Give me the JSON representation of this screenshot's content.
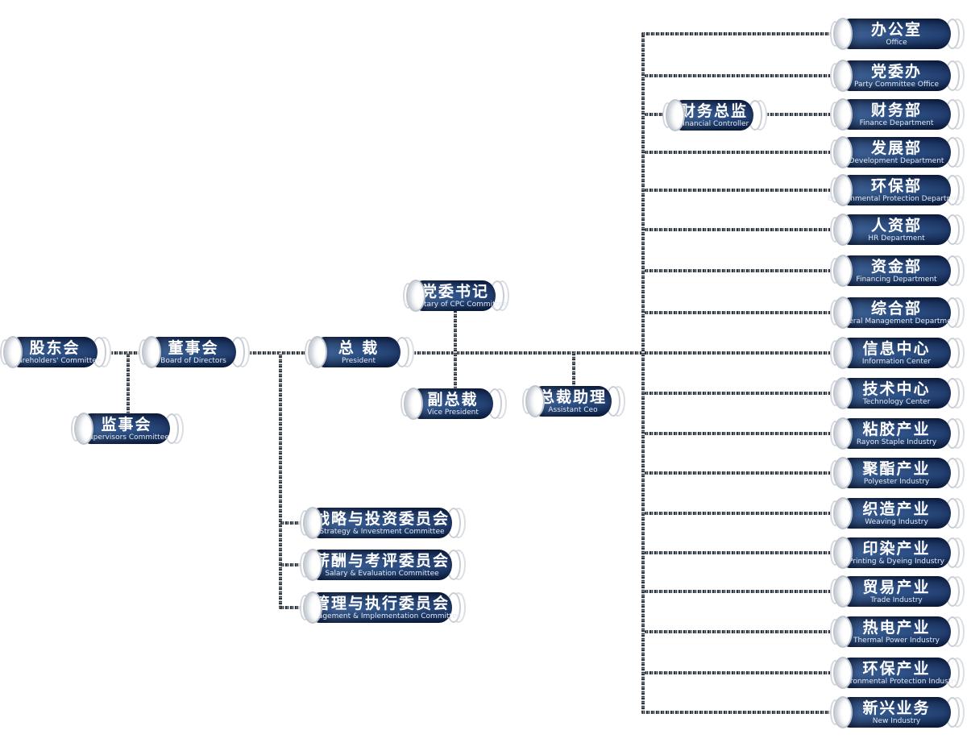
{
  "palette": {
    "node_body_mid": "#2d5187",
    "node_body_dark": "#0c1f40",
    "chain_dark": "#2f353b",
    "chain_light": "#d2d7db",
    "cap_fill": "#ffffff",
    "cap_border": "#bfc5cd"
  },
  "nodes": {
    "shareholders": {
      "title": "股东会",
      "subtitle": "Shareholders' Committee"
    },
    "supervisors": {
      "title": "监事会",
      "subtitle": "Supervisors Committee"
    },
    "board": {
      "title": "董事会",
      "subtitle": "Board of Directors"
    },
    "president": {
      "title": "总 裁",
      "subtitle": "President"
    },
    "cpc_secretary": {
      "title": "党委书记",
      "subtitle": "Secretary of CPC Committee"
    },
    "vice_president": {
      "title": "副总裁",
      "subtitle": "Vice President"
    },
    "assistant_ceo": {
      "title": "总裁助理",
      "subtitle": "Assistant Ceo"
    },
    "financial_controller": {
      "title": "财务总监",
      "subtitle": "Financial Controller"
    }
  },
  "committees": [
    {
      "title": "战略与投资委员会",
      "subtitle": "Strategy & Investment Committee"
    },
    {
      "title": "薪酬与考评委员会",
      "subtitle": "Salary & Evaluation Committee"
    },
    {
      "title": "管理与执行委员会",
      "subtitle": "Management & Implementation Committee"
    }
  ],
  "departments": [
    {
      "title": "办公室",
      "subtitle": "Office"
    },
    {
      "title": "党委办",
      "subtitle": "Party Committee Office"
    },
    {
      "title": "财务部",
      "subtitle": "Finance Department"
    },
    {
      "title": "发展部",
      "subtitle": "Development Department"
    },
    {
      "title": "环保部",
      "subtitle": "Environmental Protection Department"
    },
    {
      "title": "人资部",
      "subtitle": "HR Department"
    },
    {
      "title": "资金部",
      "subtitle": "Financing Department"
    },
    {
      "title": "综合部",
      "subtitle": "General Management Department"
    },
    {
      "title": "信息中心",
      "subtitle": "Information Center"
    },
    {
      "title": "技术中心",
      "subtitle": "Technology Center"
    },
    {
      "title": "粘胶产业",
      "subtitle": "Rayon Staple Industry"
    },
    {
      "title": "聚酯产业",
      "subtitle": "Polyester Industry"
    },
    {
      "title": "织造产业",
      "subtitle": "Weaving Industry"
    },
    {
      "title": "印染产业",
      "subtitle": "Printing & Dyeing Industry"
    },
    {
      "title": "贸易产业",
      "subtitle": "Trade Industry"
    },
    {
      "title": "热电产业",
      "subtitle": "Thermal Power Industry"
    },
    {
      "title": "环保产业",
      "subtitle": "Environmental Protection Industry"
    },
    {
      "title": "新兴业务",
      "subtitle": "New Industry"
    }
  ]
}
